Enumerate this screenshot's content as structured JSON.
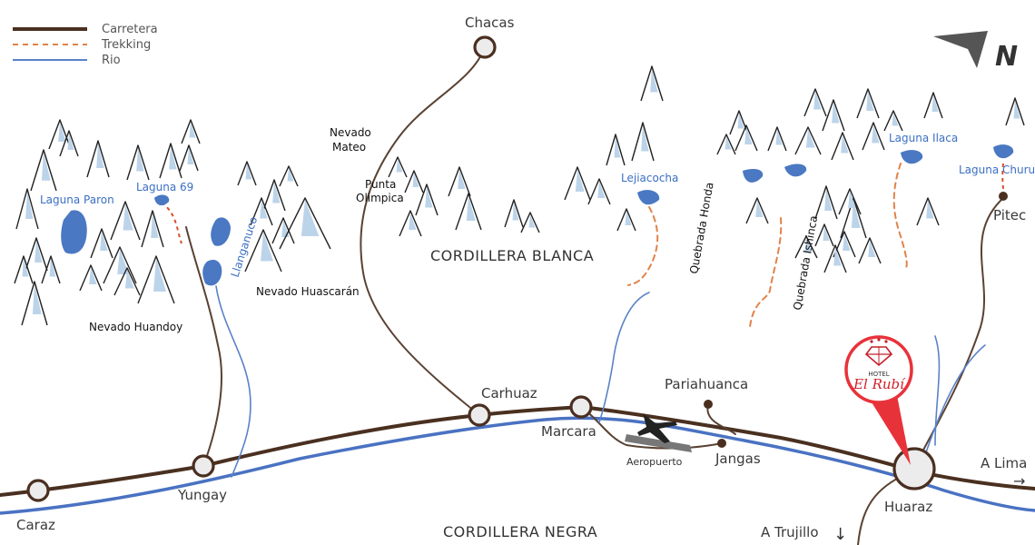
{
  "legend": {
    "road": "Carretera",
    "trekking": "Trekking",
    "river": "Rio"
  },
  "compass": {
    "north": "N"
  },
  "regions": {
    "blanca": "CORDILLERA BLANCA",
    "negra": "CORDILLERA NEGRA"
  },
  "towns": {
    "chacas": "Chacas",
    "carhuaz": "Carhuaz",
    "marcara": "Marcara",
    "yungay": "Yungay",
    "caraz": "Caraz",
    "huaraz": "Huaraz",
    "jangas": "Jangas",
    "pariahuanca": "Pariahuanca",
    "pitec": "Pitec"
  },
  "peaks": {
    "huandoy": "Nevado Huandoy",
    "huascaran": "Nevado Huascarán",
    "mateo_line1": "Nevado",
    "mateo_line2": "Mateo",
    "olimpica_line1": "Punta",
    "olimpica_line2": "Olimpica"
  },
  "lakes": {
    "paron": "Laguna Paron",
    "l69": "Laguna 69",
    "llanganuco": "Llanganuco",
    "lejiacocha": "Lejiacocha",
    "llaca": "Laguna Ilaca",
    "churup": "Laguna Churup"
  },
  "valleys": {
    "honda": "Quebrada Honda",
    "ishinca": "Quebrada Ishinca"
  },
  "airport": "Aeropuerto",
  "directions": {
    "lima": "A Lima",
    "trujillo": "A Trujillo"
  },
  "hotel": {
    "label": "HOTEL",
    "name": "El Rubí",
    "accent": "#e8323a"
  }
}
